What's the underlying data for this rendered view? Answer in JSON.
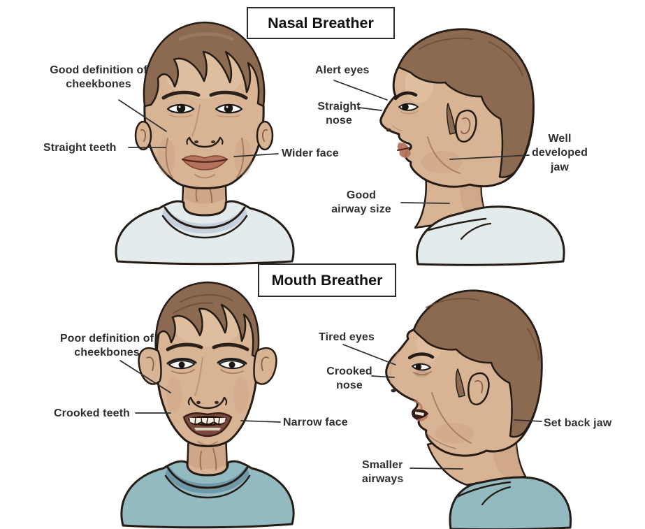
{
  "sections": [
    {
      "title": "Nasal Breather",
      "labels": {
        "cheekbones": "Good definition of\ncheekbones",
        "teeth": "Straight teeth",
        "face": "Wider face",
        "eyes": "Alert eyes",
        "nose": "Straight\nnose",
        "jaw": "Well\ndeveloped\njaw",
        "airway": "Good\nairway size"
      }
    },
    {
      "title": "Mouth Breather",
      "labels": {
        "cheekbones": "Poor definition of\ncheekbones",
        "teeth": "Crooked teeth",
        "face": "Narrow face",
        "eyes": "Tired eyes",
        "nose": "Crooked\nnose",
        "jaw": "Set back jaw",
        "airway": "Smaller\nairways"
      }
    }
  ],
  "colors": {
    "outline": "#241c15",
    "skin": "#d8b394",
    "skin_shadow": "#c59a7c",
    "skin_light": "#e8cbad",
    "hair": "#8c6a52",
    "hair_dark": "#6b4e3a",
    "lips": "#b4735c",
    "shirt_nasal": "#e3ebec",
    "shirt_nasal_shadow": "#c7d0dd",
    "shirt_mouth": "#93b9c1",
    "shirt_mouth_shadow": "#6f99a9",
    "label_text": "#2f2f2f",
    "line": "#2f2f2f"
  }
}
